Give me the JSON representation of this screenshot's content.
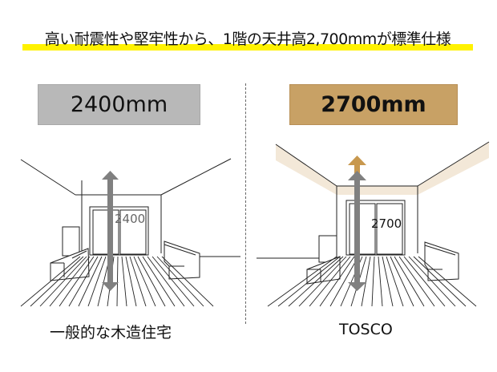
{
  "header": {
    "title": "高い耐震性や堅牢性から、1階の天井高2,700mmが標準仕様",
    "highlight_color": "#fff200"
  },
  "comparison": {
    "left": {
      "height_label": "2400mm",
      "dimension_value": "2400",
      "caption": "一般的な木造住宅",
      "box_color": "#b8b8b8"
    },
    "right": {
      "height_label": "2700mm",
      "dimension_value": "2700",
      "caption": "TOSCO",
      "box_color": "#c8a165",
      "ceiling_band_color": "#f3e8d8",
      "extra_arrow_color": "#c8984e"
    }
  },
  "colors": {
    "arrow_gray": "#808080",
    "line": "#222222"
  }
}
